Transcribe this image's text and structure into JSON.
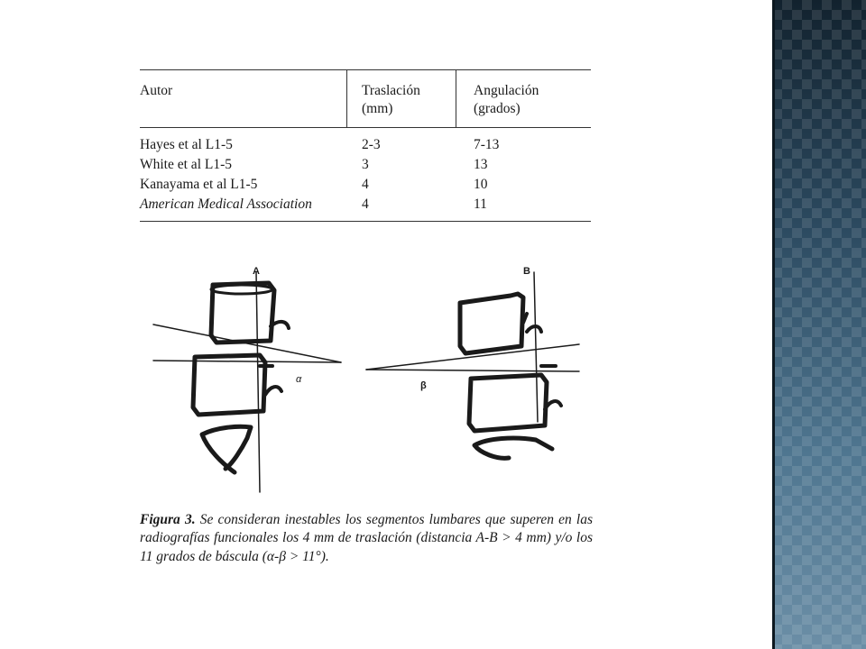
{
  "table": {
    "headers": {
      "autor": "Autor",
      "traslacion": [
        "Traslación",
        "(mm)"
      ],
      "angulacion": [
        "Angulación",
        "(grados)"
      ]
    },
    "rows": [
      {
        "autor": "Hayes et al L1-5",
        "traslacion": "2-3",
        "angulacion": "7-13",
        "italic": false
      },
      {
        "autor": "White et al L1-5",
        "traslacion": "3",
        "angulacion": "13",
        "italic": false
      },
      {
        "autor": "Kanayama et al L1-5",
        "traslacion": "4",
        "angulacion": "10",
        "italic": false
      },
      {
        "autor": "American Medical Association",
        "traslacion": "4",
        "angulacion": "11",
        "italic": true
      }
    ]
  },
  "figure": {
    "label_a": "A",
    "label_b": "B",
    "alpha": "α",
    "beta": "β"
  },
  "caption": {
    "label": "Figura 3.",
    "text": "Se consideran inestables los segmentos lumbares que superen en las radiografías funcionales los 4 mm de traslación (distancia A-B > 4 mm) y/o los 11 grados de báscula (α-β > 11°)."
  },
  "colors": {
    "panel_dark": "#12222e",
    "panel_light": "#6b8ea6",
    "ink": "#1a1a1a"
  }
}
